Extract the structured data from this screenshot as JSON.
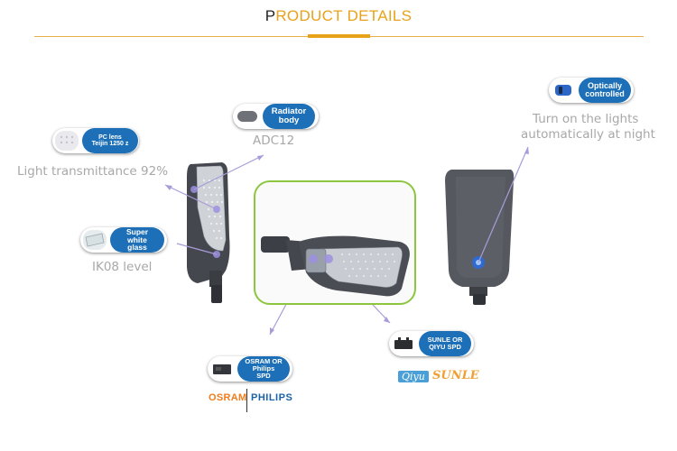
{
  "header": {
    "title_first": "P",
    "title_rest": "RODUCT DETAILS",
    "accent_color": "#e8a21a"
  },
  "badges": {
    "pc_lens": {
      "label": "PC lens\nTeijin 1250 z",
      "icon": "lens-texture-icon"
    },
    "radiator": {
      "label": "Radiator\nbody",
      "icon": "radiator-icon"
    },
    "optically": {
      "label": "Optically\ncontrolled",
      "icon": "photocell-sensor-icon"
    },
    "glass": {
      "label": "Super white\nglass",
      "icon": "glass-pane-icon"
    },
    "osram_spd": {
      "label": "OSRAM OR\nPhilips SPD",
      "icon": "driver-module-icon"
    },
    "sunle_spd": {
      "label": "SUNLE OR\nQIYU SPD",
      "icon": "surge-protector-icon"
    }
  },
  "captions": {
    "adc12": "ADC12",
    "light_transmittance": "Light transmittance 92%",
    "ik08": "IK08 level",
    "turn_on_line1": "Turn on the lights",
    "turn_on_line2": "automatically at night"
  },
  "logos": {
    "osram": "OSRAM",
    "philips": "PHILIPS",
    "qiyu": "Qiyu",
    "sunle": "SUNLE"
  },
  "colors": {
    "badge_blue": "#1d70b7",
    "frame_green": "#8cc63f",
    "pointer_purple": "#a99bd9",
    "housing_dark": "#4a4e54",
    "caption_gray": "#a8a8a8"
  }
}
